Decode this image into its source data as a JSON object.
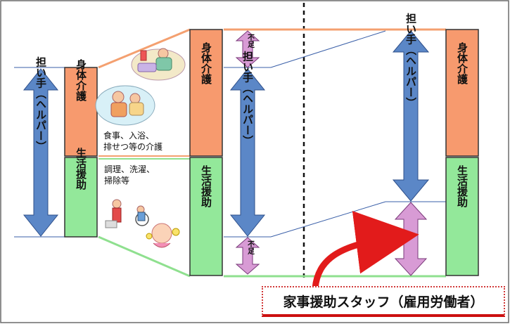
{
  "colors": {
    "orange": "#f79a6e",
    "green": "#93e89a",
    "blue_arrow": "#5b87c7",
    "pink_arrow": "#d89bd5",
    "red_arrow": "#e21b1b",
    "orange_line": "#f4a070",
    "green_line": "#8fe08f",
    "blue_line": "#3a5fa8"
  },
  "left": {
    "helper_label": "担い手（ヘルパー）",
    "physical_care": "身体介護",
    "life_support": "生活援助",
    "caption_care_1": "食事、入浴、",
    "caption_care_2": "排せつ等の介護",
    "caption_life_1": "調理、洗濯、",
    "caption_life_2": "掃除等"
  },
  "middle": {
    "physical_care": "身体介護",
    "life_support": "生活援助",
    "helper_label": "担い手（ヘルパー）",
    "shortage_top": "不足",
    "shortage_bottom": "不足"
  },
  "right": {
    "helper_label": "担い手（ヘルパー）",
    "physical_care": "身体介護",
    "life_support": "生活援助",
    "staff_label": "家事援助スタッフ（雇用労働者）"
  },
  "icons": [
    "care-illustration-icon",
    "chores-illustration-icon"
  ]
}
